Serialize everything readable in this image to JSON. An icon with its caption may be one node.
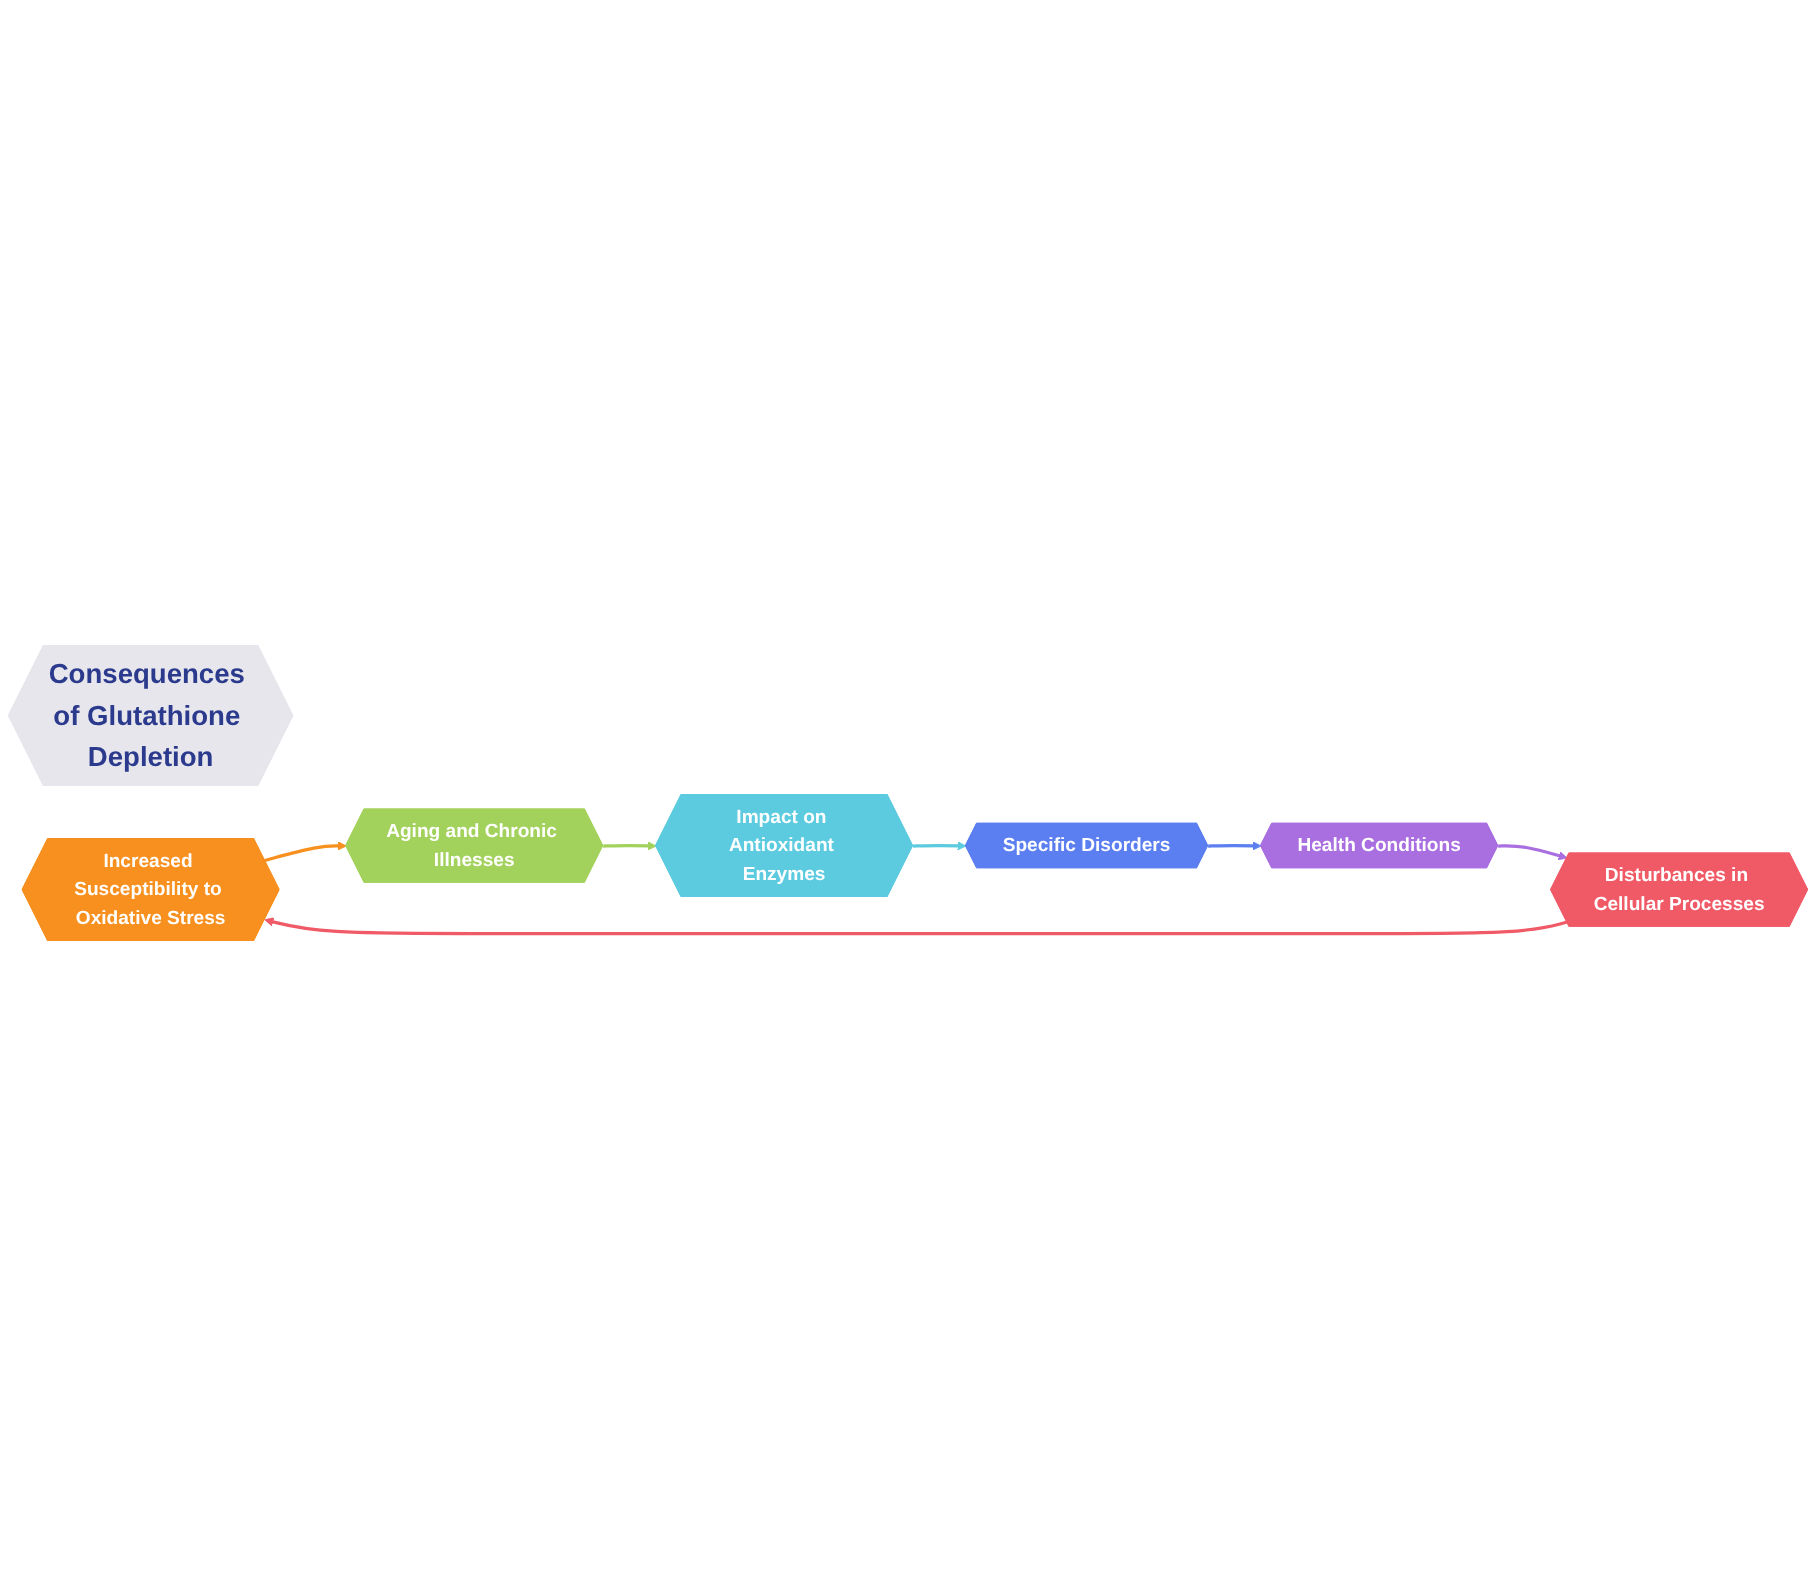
{
  "diagram": {
    "nodes": [
      {
        "text": [
          "Consequences of Glutathione Depletion"
        ]
      },
      {
        "text": [
          "Increased Susceptibility to Oxidative Stress"
        ]
      },
      {
        "text": [
          "Disturbances in Cellular Processes"
        ]
      },
      {
        "text": [
          "Health Conditions"
        ]
      },
      {
        "text": [
          "Specific Disorders"
        ]
      },
      {
        "text": [
          "Impact on Antioxidant Enzymes"
        ]
      },
      {
        "text": [
          "Aging and Chronic Illnesses"
        ]
      }
    ],
    "edges": [
      {
        "from": 2,
        "to": 1,
        "arrow": "to",
        "color": "#f05a67"
      },
      {
        "from": 3,
        "to": 2,
        "arrow": "to",
        "color": "#a96ee0"
      },
      {
        "from": 4,
        "to": 3,
        "arrow": "to",
        "color": "#5b7ff0"
      },
      {
        "from": 5,
        "to": 4,
        "arrow": "to",
        "color": "#5ccbdf"
      },
      {
        "from": 6,
        "to": 5,
        "arrow": "to",
        "color": "#a3d25c"
      },
      {
        "from": 1,
        "to": 6,
        "arrow": "to",
        "color": "#f7901e"
      }
    ]
  }
}
